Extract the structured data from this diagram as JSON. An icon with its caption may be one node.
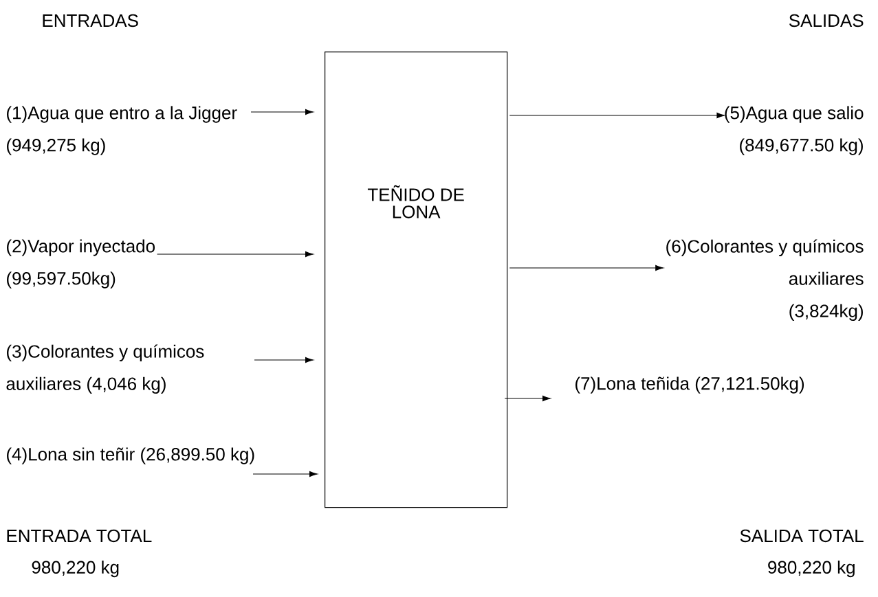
{
  "diagram": {
    "nodes": [
      {
        "text": [
          "(1)Agua que entro a la Jigger",
          "(949,275 kg)"
        ]
      },
      {
        "text": [
          "(2)Vapor inyectado",
          "(99,597.50kg)"
        ]
      },
      {
        "text": [
          "(3)Colorantes y químicos auxiliares (4,046 kg)"
        ]
      },
      {
        "text": [
          "(4)Lona sin teñir  (26,899.50 kg)"
        ]
      },
      {
        "text": [
          "TEÑIDO DE LONA"
        ]
      },
      {
        "text": [
          "(5)Agua que salio",
          "(849,677.50  kg)"
        ]
      },
      {
        "text": [
          "(6)Colorantes y químicos auxiliares",
          "(3,824kg)"
        ]
      },
      {
        "text": [
          "(7)Lona  teñida (27,121.50kg)"
        ]
      }
    ],
    "edges": [
      {
        "from": 0,
        "to": 4,
        "arrow": "to"
      },
      {
        "from": 1,
        "to": 4,
        "arrow": "to"
      },
      {
        "from": 2,
        "to": 4,
        "arrow": "to"
      },
      {
        "from": 3,
        "to": 4,
        "arrow": "to"
      },
      {
        "from": 4,
        "to": 5,
        "arrow": "to"
      },
      {
        "from": 4,
        "to": 6,
        "arrow": "to"
      },
      {
        "from": 4,
        "to": 7,
        "arrow": "to"
      }
    ],
    "labels": [
      "ENTRADAS",
      "SALIDAS",
      "ENTRADA TOTAL",
      "SALIDA TOTAL",
      "980,220 kg",
      "980,220 kg"
    ]
  }
}
